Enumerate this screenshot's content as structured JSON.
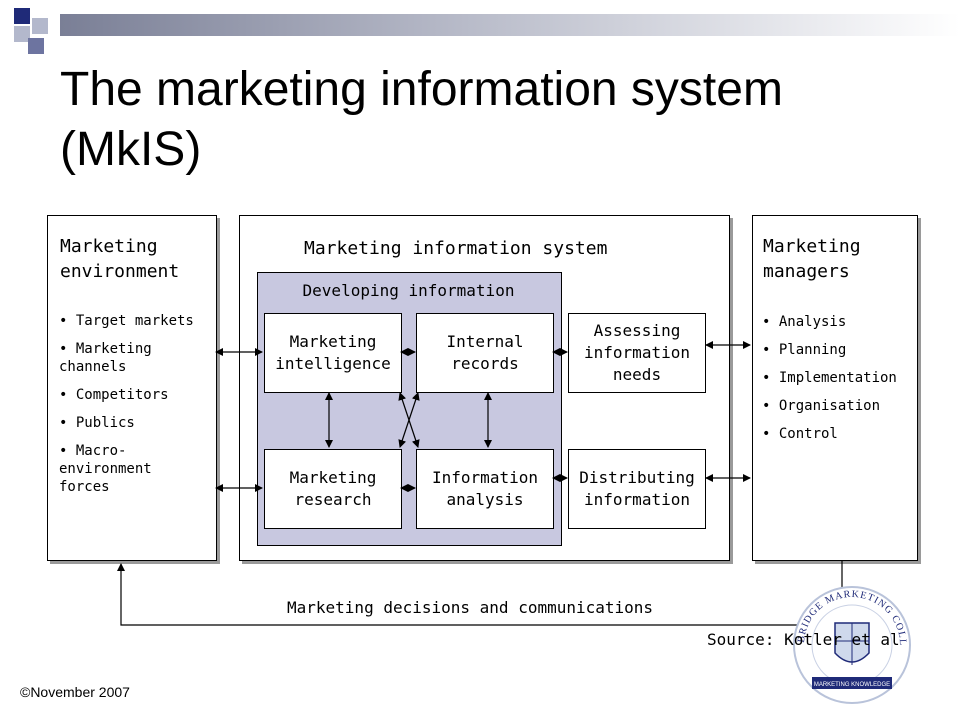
{
  "slide": {
    "title": "The marketing information system (MkIS)",
    "footer": "©November 2007",
    "source": "Source: Kotler et al"
  },
  "diagram": {
    "environment": {
      "heading": "Marketing environment",
      "items": [
        "Target markets",
        "Marketing channels",
        "Competitors",
        "Publics",
        "Macro-environment forces"
      ]
    },
    "system": {
      "heading": "Marketing information system",
      "developing_heading": "Developing information",
      "boxes": {
        "intelligence": "Marketing intelligence",
        "internal": "Internal records",
        "research": "Marketing research",
        "analysis": "Information analysis",
        "assessing": "Assessing information needs",
        "distributing": "Distributing information"
      }
    },
    "managers": {
      "heading": "Marketing managers",
      "items": [
        "Analysis",
        "Planning",
        "Implementation",
        "Organisation",
        "Control"
      ]
    },
    "feedback_label": "Marketing decisions and communications"
  },
  "logo": {
    "text_top": "CAMBRIDGE MARKETING COLLEGE",
    "text_bottom": "MARKETING KNOWLEDGE"
  },
  "colors": {
    "accent": "#1f2a78",
    "developing_fill": "#c8c8e0"
  }
}
